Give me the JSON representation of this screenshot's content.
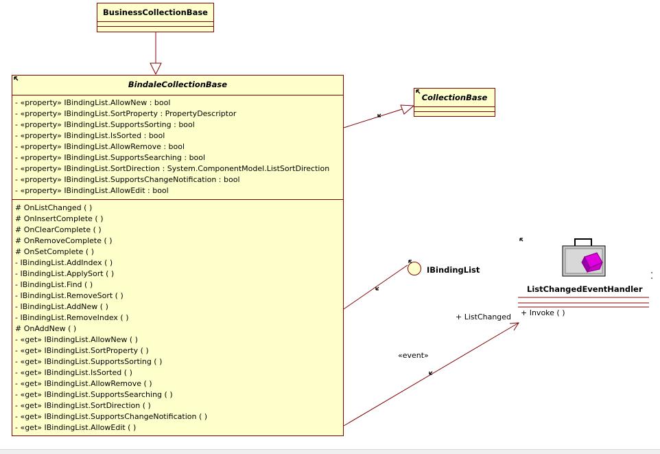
{
  "classes": {
    "business_collection_base": {
      "name": "BusinessCollectionBase"
    },
    "bindale_collection_base": {
      "name": "BindaleCollectionBase",
      "attributes": [
        "- «property» IBindingList.AllowNew : bool",
        "- «property» IBindingList.SortProperty : PropertyDescriptor",
        "- «property» IBindingList.SupportsSorting : bool",
        "- «property» IBindingList.IsSorted : bool",
        "- «property» IBindingList.AllowRemove : bool",
        "- «property» IBindingList.SupportsSearching : bool",
        "- «property» IBindingList.SortDirection : System.ComponentModel.ListSortDirection",
        "- «property» IBindingList.SupportsChangeNotification : bool",
        "- «property» IBindingList.AllowEdit : bool"
      ],
      "operations": [
        "# OnListChanged ( )",
        "# OnInsertComplete ( )",
        "# OnClearComplete ( )",
        "# OnRemoveComplete ( )",
        "# OnSetComplete ( )",
        "- IBindingList.AddIndex ( )",
        "- IBindingList.ApplySort ( )",
        "- IBindingList.Find ( )",
        "- IBindingList.RemoveSort ( )",
        "- IBindingList.AddNew ( )",
        "- IBindingList.RemoveIndex ( )",
        "# OnAddNew ( )",
        "- «get» IBindingList.AllowNew ( )",
        "- «get» IBindingList.SortProperty ( )",
        "- «get» IBindingList.SupportsSorting ( )",
        "- «get» IBindingList.IsSorted ( )",
        "- «get» IBindingList.AllowRemove ( )",
        "- «get» IBindingList.SupportsSearching ( )",
        "- «get» IBindingList.SortDirection ( )",
        "- «get» IBindingList.SupportsChangeNotification ( )",
        "- «get» IBindingList.AllowEdit ( )"
      ]
    },
    "collection_base": {
      "name": "CollectionBase"
    },
    "ibinding_list": {
      "name": "IBindingList"
    },
    "list_changed_event_handler": {
      "name": "ListChangedEventHandler",
      "operation": "+ Invoke ( )"
    }
  },
  "connector_labels": {
    "role": "+ ListChanged",
    "stereotype": "«event»"
  },
  "colors": {
    "box_fill": "#ffffcc",
    "border": "#800000",
    "connector": "#800000",
    "icon_magenta": "#e000e0",
    "icon_case": "#c8c8c8"
  }
}
